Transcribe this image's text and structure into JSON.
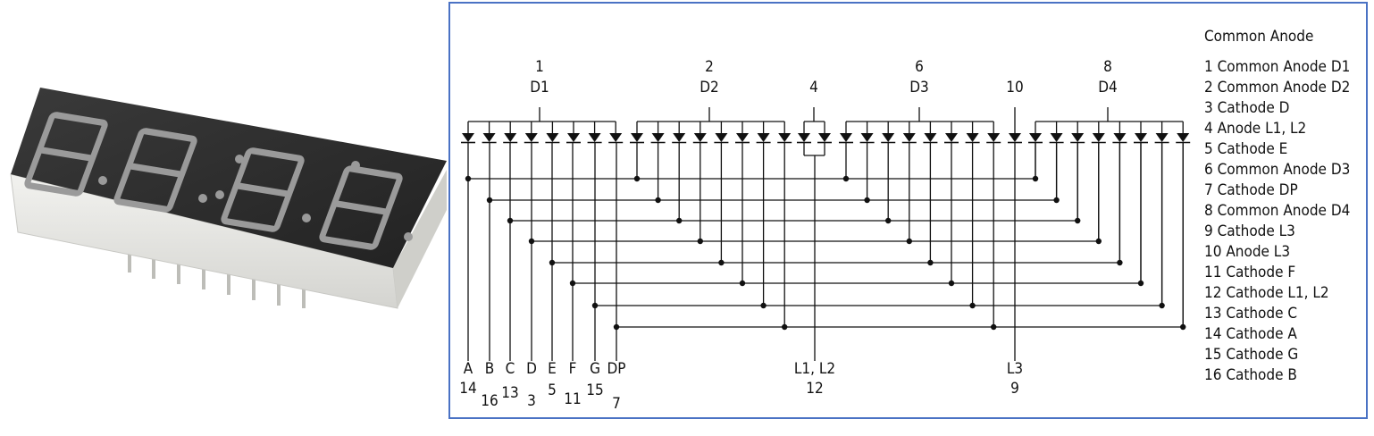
{
  "legend": {
    "title": "Common Anode",
    "pins": [
      "1 Common Anode D1",
      "2 Common Anode D2",
      "3 Cathode D",
      "4 Anode L1, L2",
      "5 Cathode E",
      "6 Common Anode D3",
      "7 Cathode DP",
      "8 Common Anode D4",
      "9 Cathode L3",
      "10 Anode L3",
      "11 Cathode F",
      "12 Cathode L1, L2",
      "13 Cathode C",
      "14 Cathode A",
      "15 Cathode G",
      "16 Cathode B"
    ]
  },
  "digits": [
    {
      "pin": "1",
      "name": "D1"
    },
    {
      "pin": "2",
      "name": "D2"
    },
    {
      "pin": "6",
      "name": "D3"
    },
    {
      "pin": "8",
      "name": "D4"
    }
  ],
  "colon_anode": {
    "pin": "4"
  },
  "l3_anode": {
    "pin": "10"
  },
  "segments": [
    {
      "name": "A",
      "pin": "14"
    },
    {
      "name": "B",
      "pin": "16"
    },
    {
      "name": "C",
      "pin": "13"
    },
    {
      "name": "D",
      "pin": "3"
    },
    {
      "name": "E",
      "pin": "5"
    },
    {
      "name": "F",
      "pin": "11"
    },
    {
      "name": "G",
      "pin": "15"
    },
    {
      "name": "DP",
      "pin": "7"
    }
  ],
  "bottom_extra": [
    {
      "name": "L1, L2",
      "pin": "12"
    },
    {
      "name": "L3",
      "pin": "9"
    }
  ],
  "colors": {
    "frame": "#4a72c4",
    "display_face": "#2b2b2b",
    "segment_off": "#9a9a9a",
    "body": "#e6e6e2"
  }
}
